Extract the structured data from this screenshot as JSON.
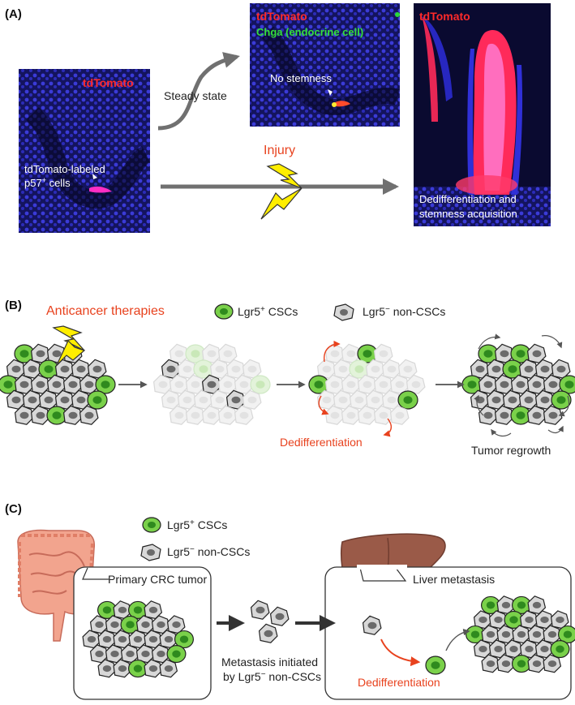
{
  "panel_a": {
    "label": "(A)",
    "micro_left": {
      "tag": "tdTomato",
      "caption_line1": "tdTomato-labeled",
      "caption_line2_main": "p57",
      "caption_line2_sup": "+",
      "caption_line2_end": " cells"
    },
    "micro_top": {
      "tag": "tdTomato",
      "tag2": "Chga (endocrine cell)",
      "caption": "No stemness"
    },
    "micro_right": {
      "tag": "tdTomato",
      "caption_line1": "Dedifferentiation and",
      "caption_line2": "stemness acquisition"
    },
    "steady_state": "Steady state",
    "injury": "Injury"
  },
  "panel_b": {
    "label": "(B)",
    "therapy": "Anticancer therapies",
    "legend_csc_main": "Lgr5",
    "legend_csc_sup": "+",
    "legend_csc_end": " CSCs",
    "legend_non_main": "Lgr5",
    "legend_non_sup": "−",
    "legend_non_end": " non-CSCs",
    "dediff": "Dedifferentiation",
    "regrowth": "Tumor regrowth"
  },
  "panel_c": {
    "label": "(C)",
    "legend_csc_main": "Lgr5",
    "legend_csc_sup": "+",
    "legend_csc_end": " CSCs",
    "legend_non_main": "Lgr5",
    "legend_non_sup": "−",
    "legend_non_end": " non-CSCs",
    "primary": "Primary CRC tumor",
    "liver": "Liver metastasis",
    "meta_line1": "Metastasis initiated",
    "meta_line2_start": "by Lgr5",
    "meta_line2_sup": "−",
    "meta_line2_end": " non-CSCs",
    "dediff": "Dedifferentiation"
  },
  "colors": {
    "csc_green": "#7ad14a",
    "csc_dark": "#2f8a1e",
    "non_csc_grey": "#d8d8d8",
    "nucleus_grey": "#6b6b6b",
    "accent_red": "#e8421e",
    "bolt_yellow": "#ffee00",
    "arrow_grey": "#707070"
  }
}
